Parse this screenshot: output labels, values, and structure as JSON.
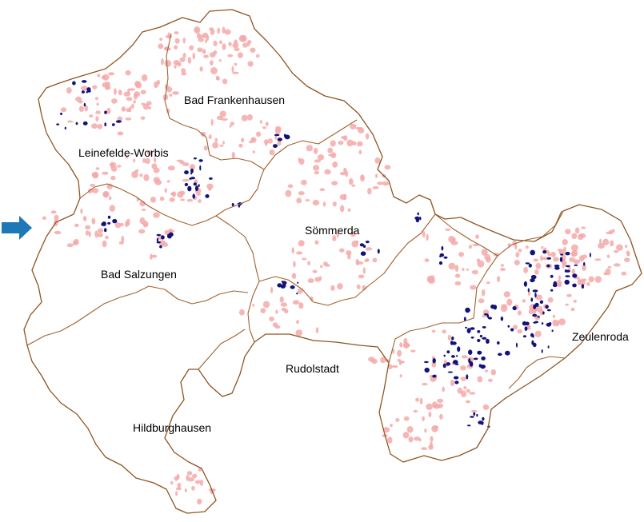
{
  "colors": {
    "border": "#a0622e",
    "patch_light": "#f5a9a9",
    "patch_dark": "#12127a",
    "arrow": "#1f77b8"
  },
  "icons": {
    "indicator": "arrow-right-icon"
  },
  "districts": [
    {
      "id": "bad-frankenhausen",
      "name": "Bad Frankenhausen"
    },
    {
      "id": "leinefelde-worbis",
      "name": "Leinefelde-Worbis"
    },
    {
      "id": "sommerda",
      "name": "Sömmerda"
    },
    {
      "id": "bad-salzungen",
      "name": "Bad Salzungen"
    },
    {
      "id": "zeulenroda",
      "name": "Zeulenroda"
    },
    {
      "id": "rudolstadt",
      "name": "Rudolstadt"
    },
    {
      "id": "hildburghausen",
      "name": "Hildburghausen"
    }
  ]
}
